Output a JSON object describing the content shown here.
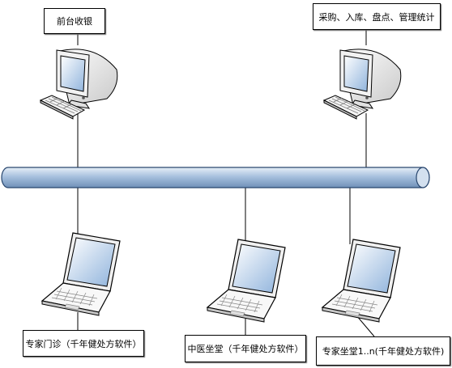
{
  "labels": {
    "front_desk": "前台收银",
    "procurement": "采购、入库、盘点、管理统计",
    "clinic_expert": "专家门诊（千年健处方软件）",
    "clinic_tcm": "中医坐堂（千年健处方软件）",
    "clinic_multi": "专家坐堂1..n(千年健处方软件)"
  },
  "icons": [
    "desktop-computer-icon",
    "laptop-icon"
  ],
  "colors": {
    "bus_fill_top": "#e7eff8",
    "bus_fill_mid": "#a8c1de",
    "bus_fill_bottom": "#6f90b8",
    "bus_stroke": "#28466e",
    "line": "#000000"
  }
}
